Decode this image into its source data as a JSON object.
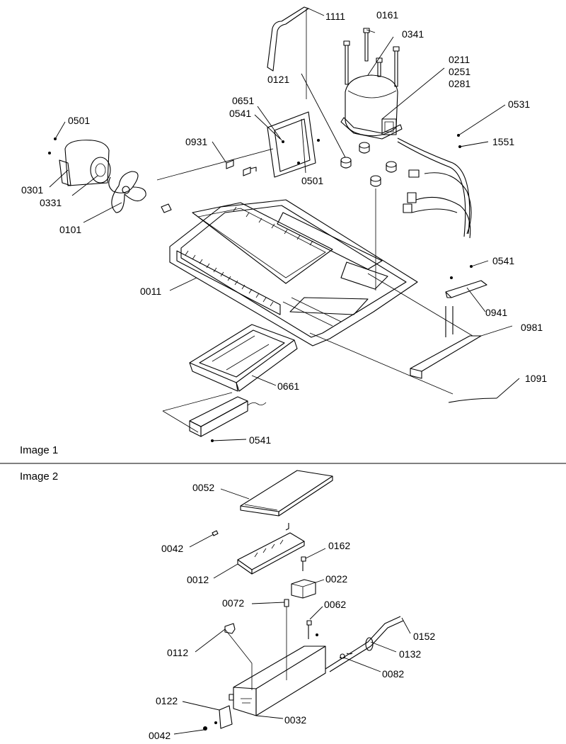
{
  "image1": {
    "caption": "Image 1",
    "labels": {
      "l1111": "1111",
      "l0161": "0161",
      "l0341": "0341",
      "l0211": "0211",
      "l0251": "0251",
      "l0281": "0281",
      "l0121": "0121",
      "l0531": "0531",
      "l0651": "0651",
      "l0541a": "0541",
      "l0501a": "0501",
      "l0931": "0931",
      "l1551": "1551",
      "l0501b": "0501",
      "l0301": "0301",
      "l0331": "0331",
      "l0101": "0101",
      "l0011": "0011",
      "l0541b": "0541",
      "l0941": "0941",
      "l0981": "0981",
      "l0661": "0661",
      "l1091": "1091",
      "l0541c": "0541"
    }
  },
  "image2": {
    "caption": "Image 2",
    "labels": {
      "l0052": "0052",
      "l0042a": "0042",
      "l0162": "0162",
      "l0012": "0012",
      "l0022": "0022",
      "l0072": "0072",
      "l0062": "0062",
      "l0152": "0152",
      "l0112": "0112",
      "l0132": "0132",
      "l0082": "0082",
      "l0122": "0122",
      "l0032": "0032",
      "l0042b": "0042"
    }
  }
}
